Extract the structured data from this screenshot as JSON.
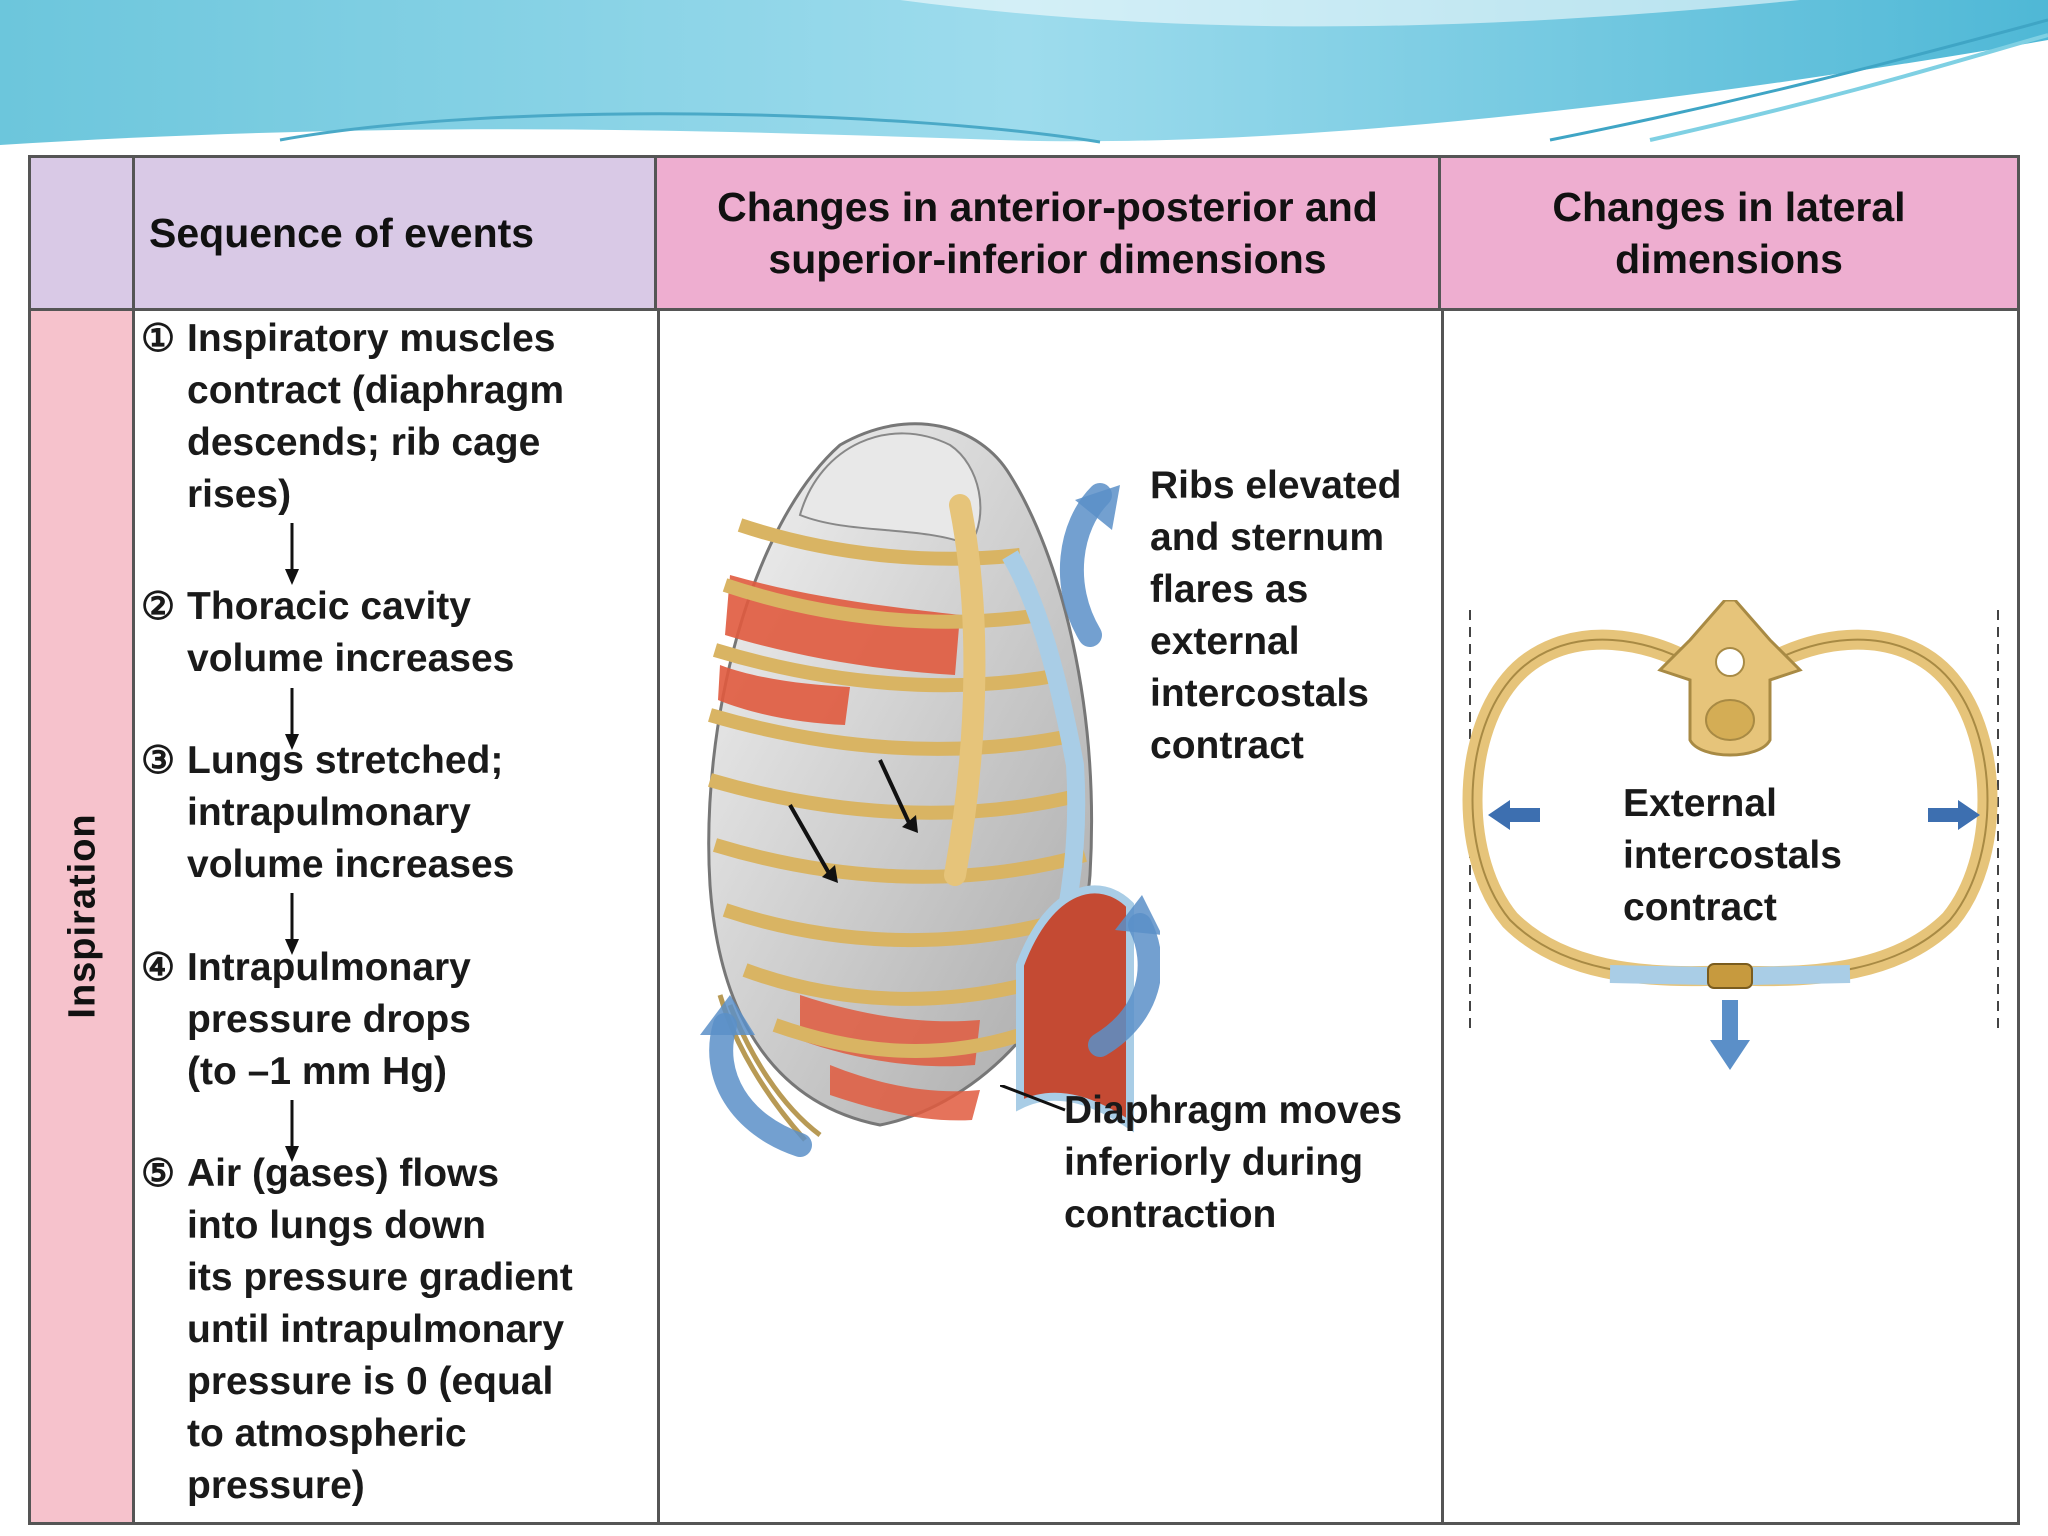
{
  "header": {
    "col_sequence": "Sequence of events",
    "col_ap_line1": "Changes in anterior-posterior and",
    "col_ap_line2": "superior-inferior dimensions",
    "col_lateral_line1": "Changes in lateral",
    "col_lateral_line2": "dimensions"
  },
  "side_label": "Inspiration",
  "steps": [
    {
      "num": "①",
      "lines": [
        "Inspiratory muscles",
        "contract (diaphragm",
        "descends; rib cage",
        "rises)"
      ]
    },
    {
      "num": "②",
      "lines": [
        "Thoracic cavity",
        "volume increases"
      ]
    },
    {
      "num": "③",
      "lines": [
        "Lungs stretched;",
        "intrapulmonary",
        "volume increases"
      ]
    },
    {
      "num": "④",
      "lines": [
        "Intrapulmonary",
        "pressure drops",
        "(to –1 mm Hg)"
      ]
    },
    {
      "num": "⑤",
      "lines": [
        "Air (gases) flows",
        "into lungs down",
        "its pressure gradient",
        "until intrapulmonary",
        "pressure is 0 (equal",
        "to atmospheric",
        "pressure)"
      ]
    }
  ],
  "labels": {
    "ribs": [
      "Ribs elevated",
      "and sternum",
      "flares as",
      "external",
      "intercostals",
      "contract"
    ],
    "diaphragm": [
      "Diaphragm moves",
      "inferiorly during",
      "contraction"
    ],
    "external": [
      "External",
      "intercostals",
      "contract"
    ]
  },
  "colors": {
    "banner": "#7fcfe0",
    "header_purple": "#d9c9e6",
    "header_pink": "#eeaed0",
    "side_pink": "#f6c2cc",
    "bone": "#e6c47a",
    "muscle": "#e05a3e",
    "arrow_blue": "#5b8fc8"
  }
}
